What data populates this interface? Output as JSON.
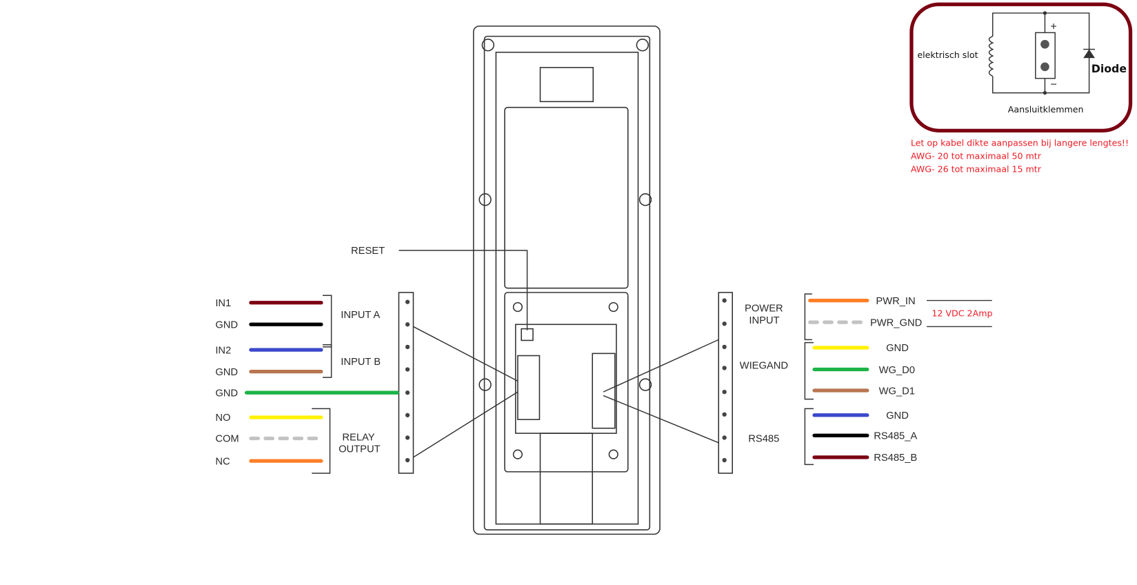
{
  "colors": {
    "dark_red": "#7b0012",
    "black": "#000000",
    "blue": "#3b48cc",
    "brown": "#b87550",
    "green": "#1db347",
    "yellow": "#fff200",
    "gray": "#c3c3c3",
    "orange": "#ff7f27",
    "note_red": "#ee1c25"
  },
  "reset_label": "RESET",
  "left": {
    "wires": [
      {
        "label": "IN1",
        "color": "dark_red"
      },
      {
        "label": "GND",
        "color": "black"
      },
      {
        "label": "IN2",
        "color": "blue"
      },
      {
        "label": "GND",
        "color": "brown"
      },
      {
        "label": "GND",
        "color": "green"
      },
      {
        "label": "NO",
        "color": "yellow"
      },
      {
        "label": "COM",
        "color": "gray"
      },
      {
        "label": "NC",
        "color": "orange"
      }
    ],
    "groups": {
      "input_a": "INPUT A",
      "input_b": "INPUT B",
      "relay_1": "RELAY",
      "relay_2": "OUTPUT"
    }
  },
  "right": {
    "wires": [
      {
        "label": "PWR_IN",
        "color": "orange"
      },
      {
        "label": "PWR_GND",
        "color": "gray"
      },
      {
        "label": "GND",
        "color": "yellow"
      },
      {
        "label": "WG_D0",
        "color": "green"
      },
      {
        "label": "WG_D1",
        "color": "brown"
      },
      {
        "label": "GND",
        "color": "blue"
      },
      {
        "label": "RS485_A",
        "color": "black"
      },
      {
        "label": "RS485_B",
        "color": "dark_red"
      }
    ],
    "groups": {
      "power_1": "POWER",
      "power_2": "INPUT",
      "wiegand": "WIEGAND",
      "rs485": "RS485"
    },
    "power_note": "12 VDC 2Amp"
  },
  "lock_box": {
    "lock_label": "elektrisch slot",
    "plus": "+",
    "minus": "−",
    "diode_label": "Diode",
    "terminals_label": "Aansluitklemmen"
  },
  "notes": [
    "Let op kabel dikte aanpassen bij langere lengtes!!",
    "AWG- 20 tot maximaal 50 mtr",
    "AWG- 26 tot maximaal 15 mtr"
  ]
}
